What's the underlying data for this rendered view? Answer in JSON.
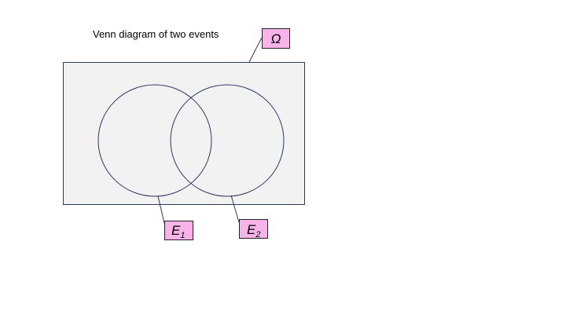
{
  "title": "Venn diagram of two events",
  "colors": {
    "sample_space_fill": "#f2f2f2",
    "sample_space_stroke": "#2e3a5c",
    "circle_stroke": "#2e3a5c",
    "label_fill": "#f8b4e8",
    "label_stroke": "#222222",
    "leader_line": "#2e3a5c"
  },
  "labels": {
    "omega": "Ω",
    "e1_base": "E",
    "e1_sub": "1",
    "e2_base": "E",
    "e2_sub": "2"
  }
}
